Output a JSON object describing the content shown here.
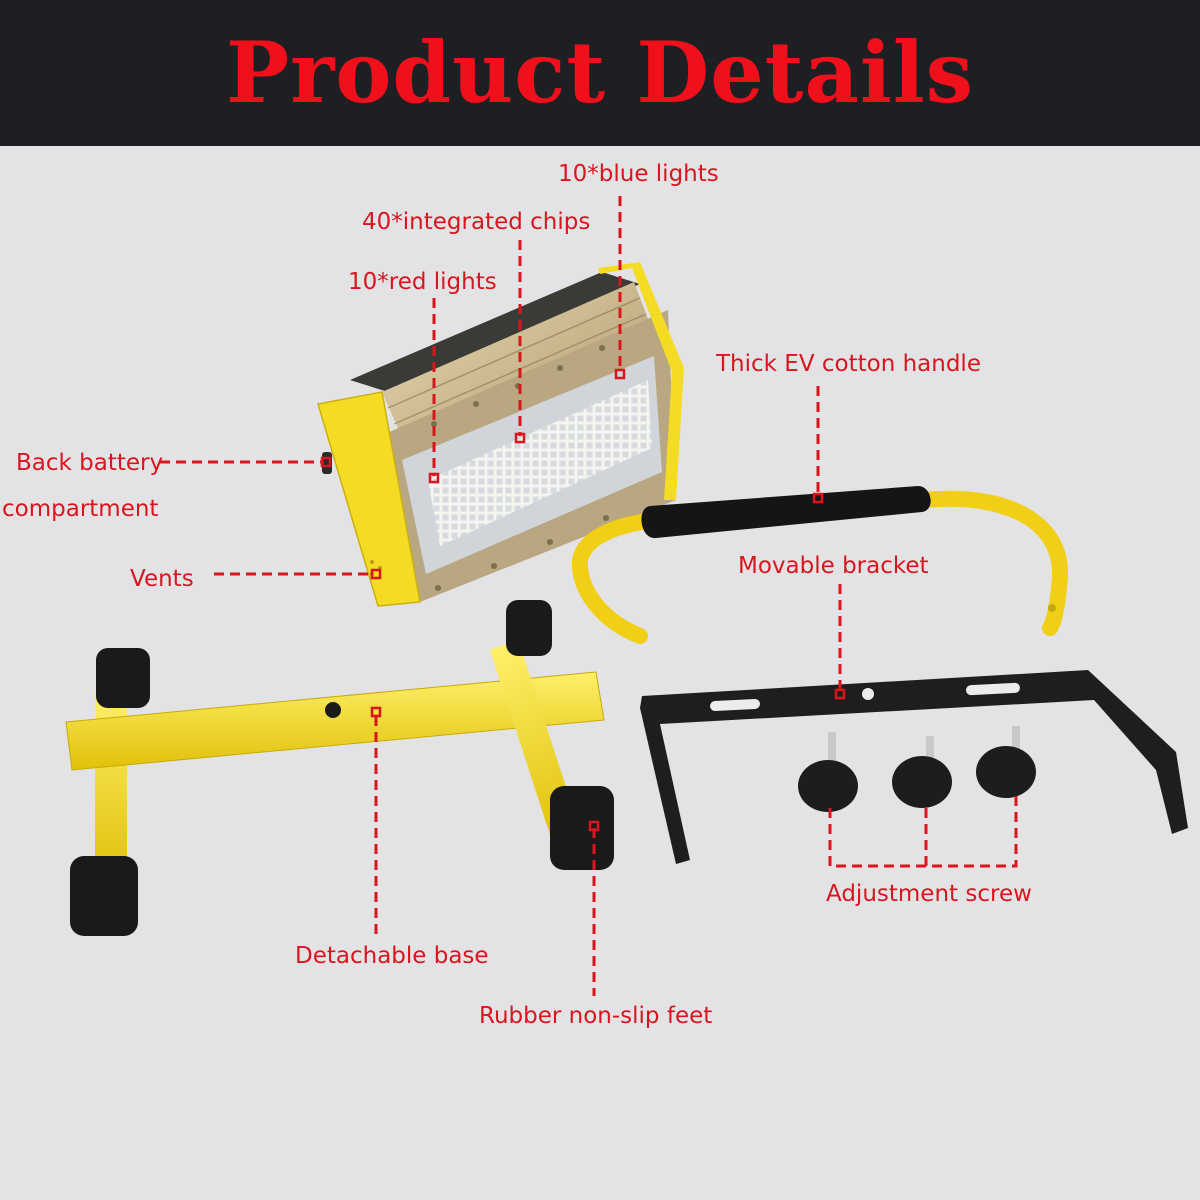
{
  "header": {
    "title": "Product Details"
  },
  "labels": {
    "blue_lights": "10*blue lights",
    "integrated_chips": "40*integrated chips",
    "red_lights": "10*red lights",
    "back_battery": "Back battery",
    "compartment": "compartment",
    "vents": "Vents",
    "thick_handle": "Thick EV cotton handle",
    "movable_bracket": "Movable bracket",
    "adjustment_screw": "Adjustment screw",
    "detachable_base": "Detachable base",
    "rubber_feet": "Rubber non-slip feet"
  },
  "colors": {
    "header_bg": "#1e1f23",
    "title": "#f0101c",
    "label": "#d9151e",
    "background": "#e3e3e6",
    "yellow_parts": "#f2d91c",
    "rubber": "#1a1a1a"
  }
}
